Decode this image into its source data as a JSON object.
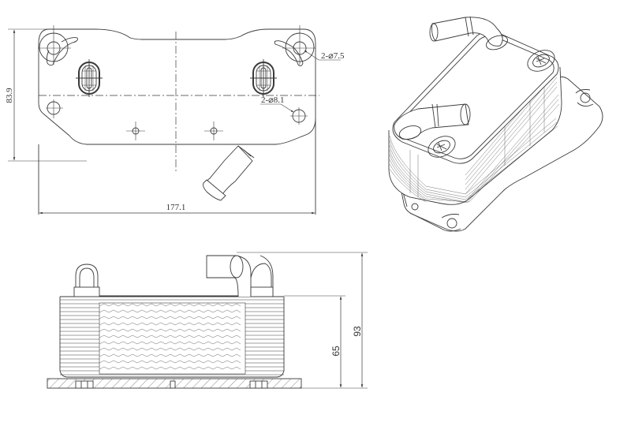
{
  "drawing": {
    "subject": "oil cooler",
    "views": [
      "top view",
      "isometric view",
      "side view"
    ],
    "line_color": "#3a3a3a",
    "background": "#ffffff"
  },
  "top_view": {
    "dimensions": {
      "height": "83.9",
      "width": "177.1",
      "hole_callout_top": "2-⌀7.5",
      "hole_callout_mid": "2-⌀8.1"
    }
  },
  "side_view": {
    "dimensions": {
      "core_height": "65",
      "overall_height": "93"
    }
  }
}
